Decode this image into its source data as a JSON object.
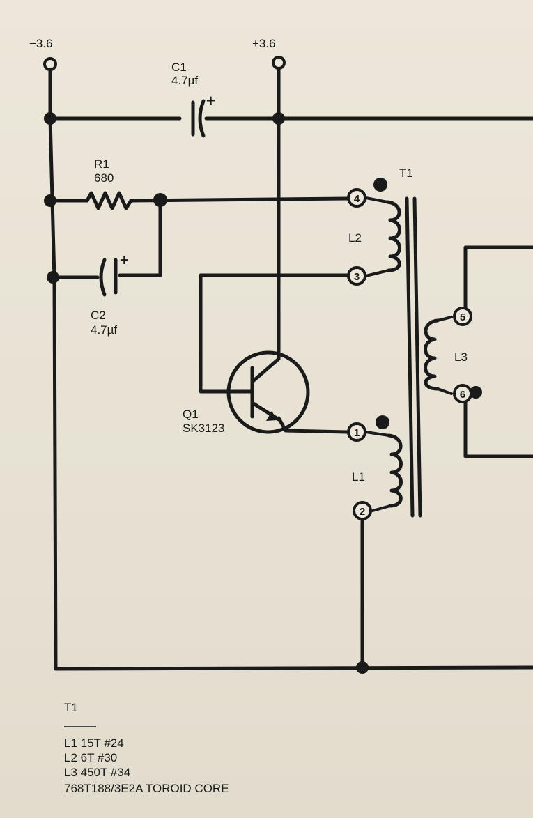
{
  "terminals": {
    "neg": "−3.6",
    "pos": "+3.6"
  },
  "components": {
    "c1": {
      "ref": "C1",
      "value": "4.7µf",
      "polarity": "+"
    },
    "c2": {
      "ref": "C2",
      "value": "4.7µf",
      "polarity": "+"
    },
    "r1": {
      "ref": "R1",
      "value": "680"
    },
    "q1": {
      "ref": "Q1",
      "value": "SK3123"
    },
    "t1": {
      "ref": "T1"
    },
    "l1": {
      "ref": "L1"
    },
    "l2": {
      "ref": "L2"
    },
    "l3": {
      "ref": "L3"
    }
  },
  "pins": [
    "1",
    "2",
    "3",
    "4",
    "5",
    "6"
  ],
  "notes": {
    "heading": "T1",
    "lines": [
      "L1 15T #24",
      "L2 6T #30",
      "L3 450T #34",
      "768T188/3E2A TOROID CORE"
    ]
  },
  "colors": {
    "ink": "#1a1a1a",
    "paper": "#ece7da"
  }
}
